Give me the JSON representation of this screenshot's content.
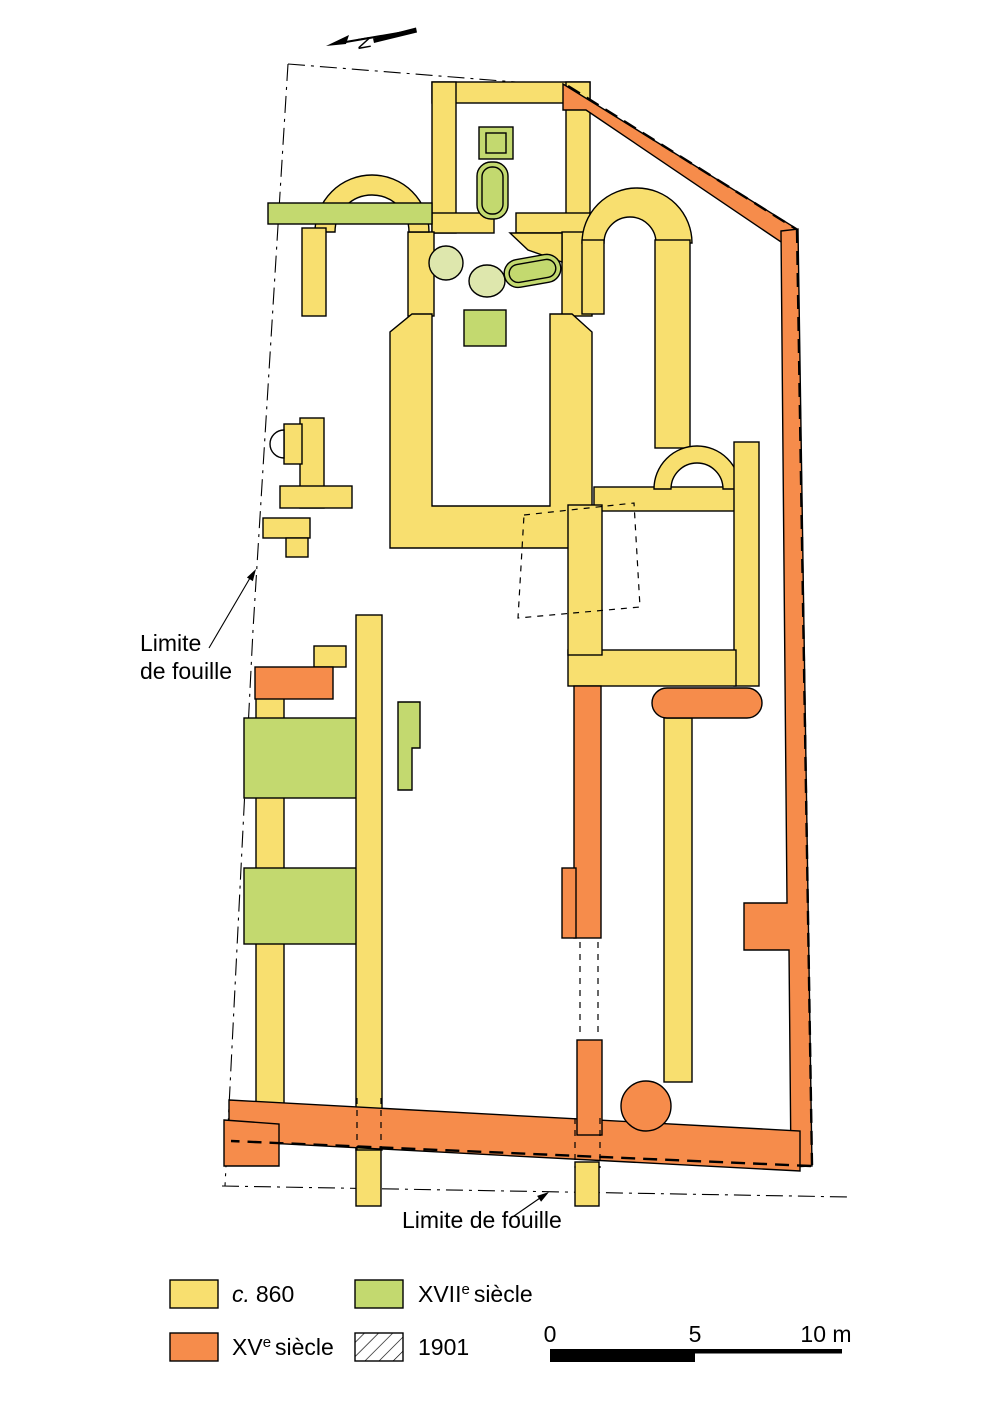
{
  "colors": {
    "c860": "#F8DF6F",
    "xvii": "#C3D96F",
    "xv": "#F68C4B",
    "light": "#DEE7AD",
    "ink": "#000000"
  },
  "north": {
    "label": "N"
  },
  "annotations": {
    "limite_left": {
      "line1": "Limite",
      "line2": "de fouille"
    },
    "limite_bottom": "Limite de fouille"
  },
  "legend": {
    "c860": {
      "italic": "c.",
      "rest": "860"
    },
    "xvii": {
      "base": "XVII",
      "sup": "e",
      "rest": "siècle"
    },
    "xv": {
      "base": "XV",
      "sup": "e",
      "rest": "siècle"
    },
    "y1901": {
      "label": "1901"
    }
  },
  "scalebar": {
    "t0": "0",
    "t5": "5",
    "t10": "10 m"
  }
}
